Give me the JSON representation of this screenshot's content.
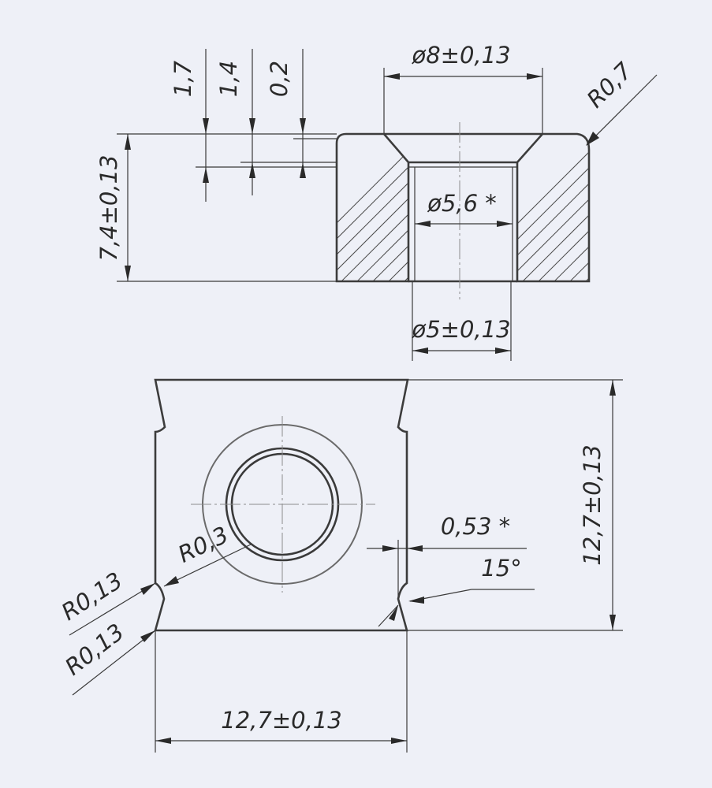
{
  "dimensions": {
    "counterbore_dia": "ø8±0,13",
    "height_total": "7,4±0,13",
    "step_1": "1,7",
    "step_2": "1,4",
    "step_3": "0,2",
    "corner_radius_top": "R0,7",
    "inner_dia": "ø5,6 *",
    "bore_dia": "ø5±0,13",
    "slot_width": "0,53 *",
    "slot_angle": "15°",
    "fillet_r03": "R0,3",
    "fillet_r013_a": "R0,13",
    "fillet_r013_b": "R0,13",
    "width": "12,7±0,13",
    "height_plan": "12,7±0,13"
  }
}
